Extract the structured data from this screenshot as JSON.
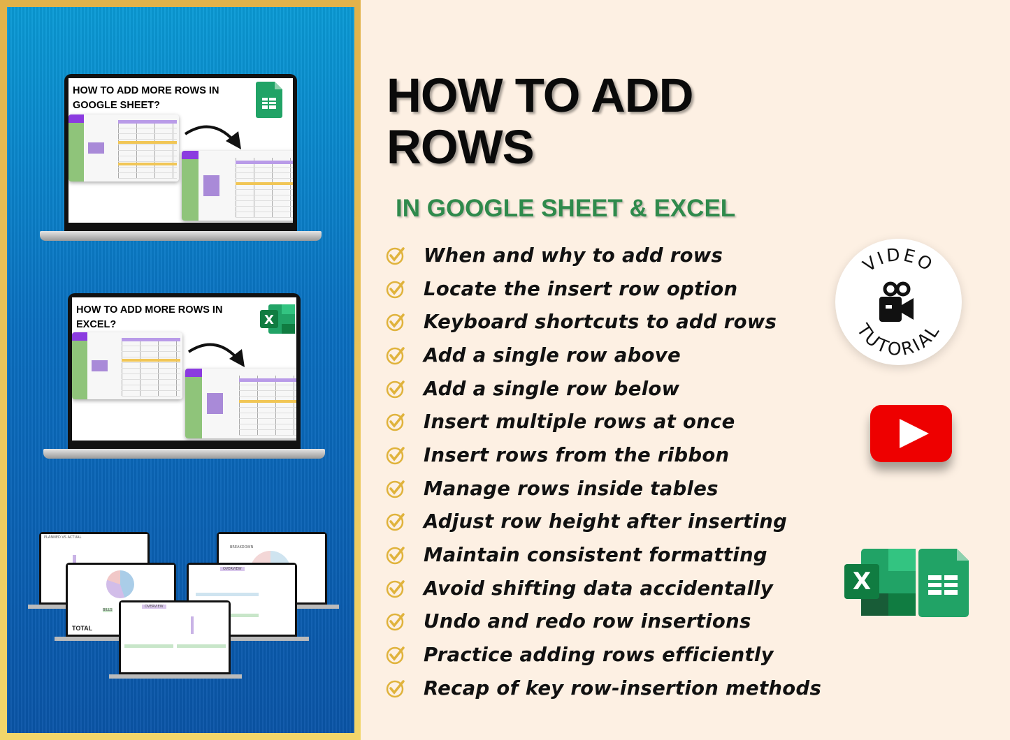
{
  "left_panel": {
    "laptop_google": {
      "title": "HOW TO ADD MORE ROWS IN GOOGLE SHEET?",
      "icon": "google-sheets-icon"
    },
    "laptop_excel": {
      "title": "HOW TO ADD MORE ROWS IN EXCEL?",
      "icon": "excel-icon"
    },
    "mini_labels": {
      "planned_vs_actual": "PLANNED VS ACTUAL",
      "breakdown": "BREAKDOWN",
      "overview": "OVERVIEW",
      "bills": "BILLS",
      "total": "TOTAL"
    }
  },
  "header": {
    "title_line1": "HOW TO ADD",
    "title_line2": "ROWS",
    "subtitle": "IN GOOGLE SHEET & EXCEL"
  },
  "topics": [
    "When and why to add rows",
    "Locate the insert row option",
    "Keyboard shortcuts to add rows",
    "Add a single row above",
    "Add a single row below",
    "Insert multiple rows at once",
    "Insert rows from the ribbon",
    "Manage rows inside tables",
    "Adjust row height after inserting",
    "Maintain consistent formatting",
    "Avoid shifting data accidentally",
    "Undo and redo row insertions",
    "Practice adding rows efficiently",
    "Recap of key row-insertion methods"
  ],
  "badge": {
    "top": "VIDEO",
    "bottom": "TUTORIAL",
    "icon": "video-camera-icon"
  },
  "colors": {
    "gold": "#e2b24a",
    "blue": "#0a6fc0",
    "green": "#2f8a4c",
    "youtube_red": "#ee0000",
    "check": "#e0b33c"
  }
}
